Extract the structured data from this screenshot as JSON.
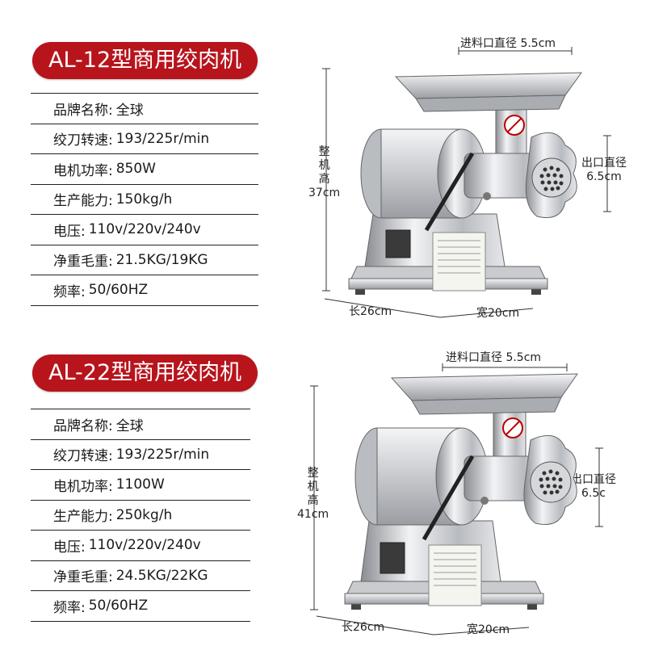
{
  "models": [
    {
      "title": "AL-12型商用绞肉机",
      "specs": [
        {
          "label": "品牌名称:",
          "value": "全球"
        },
        {
          "label": "绞刀转速:",
          "value": "193/225r/min"
        },
        {
          "label": "电机功率:",
          "value": "850W"
        },
        {
          "label": "生产能力:",
          "value": "150kg/h"
        },
        {
          "label": "电压:",
          "value": "110v/220v/240v"
        },
        {
          "label": "净重毛重:",
          "value": "21.5KG/19KG"
        },
        {
          "label": "频率:",
          "value": "50/60HZ"
        }
      ],
      "dims": {
        "inlet": "进料口直径 5.5cm",
        "outlet_label": "出口直径",
        "outlet_value": "6.5cm",
        "height_c1": "整",
        "height_c2": "机",
        "height_c3": "高",
        "height_value": "37cm",
        "length": "长26cm",
        "width": "宽20cm"
      }
    },
    {
      "title": "AL-22型商用绞肉机",
      "specs": [
        {
          "label": "品牌名称:",
          "value": "全球"
        },
        {
          "label": "绞刀转速:",
          "value": "193/225r/min"
        },
        {
          "label": "电机功率:",
          "value": "1100W"
        },
        {
          "label": "生产能力:",
          "value": "250kg/h"
        },
        {
          "label": "电压:",
          "value": "110v/220v/240v"
        },
        {
          "label": "净重毛重:",
          "value": "24.5KG/22KG"
        },
        {
          "label": "频率:",
          "value": "50/60HZ"
        }
      ],
      "dims": {
        "inlet": "进料口直径 5.5cm",
        "outlet_label": "出口直径",
        "outlet_value": "6.5c",
        "height_c1": "整",
        "height_c2": "机",
        "height_c3": "高",
        "height_value": "41cm",
        "length": "长26cm",
        "width": "宽20cm"
      }
    }
  ]
}
